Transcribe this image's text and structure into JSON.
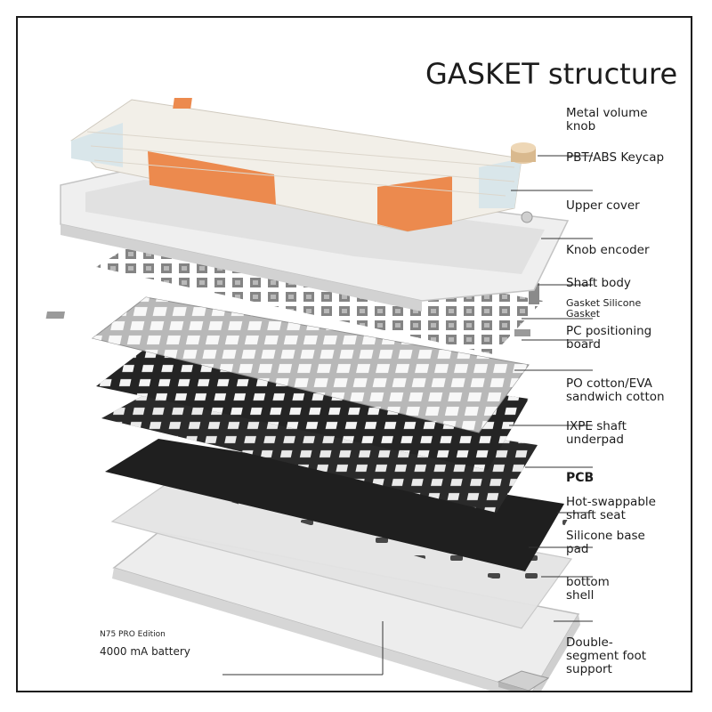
{
  "diagram": {
    "title": "GASKET structure",
    "labels": [
      {
        "id": "metal-volume-knob",
        "text": "Metal volume\nknob"
      },
      {
        "id": "keycap",
        "text": "PBT/ABS Keycap"
      },
      {
        "id": "upper-cover",
        "text": "Upper cover"
      },
      {
        "id": "knob-encoder",
        "text": "Knob encoder"
      },
      {
        "id": "shaft-body",
        "text": "Shaft body"
      },
      {
        "id": "gasket-silicone",
        "text": "Gasket Silicone\nGasket"
      },
      {
        "id": "pc-positioning-board",
        "text": "PC positioning\nboard"
      },
      {
        "id": "po-cotton",
        "text": "PO cotton/EVA\nsandwich cotton"
      },
      {
        "id": "ixpe-underpad",
        "text": "IXPE shaft\nunderpad"
      },
      {
        "id": "pcb",
        "text": "PCB"
      },
      {
        "id": "hot-swappable",
        "text": "Hot-swappable\nshaft seat"
      },
      {
        "id": "silicone-base-pad",
        "text": "Silicone base\npad"
      },
      {
        "id": "bottom-shell",
        "text": "bottom\nshell"
      },
      {
        "id": "foot-support",
        "text": "Double-\nsegment foot\nsupport"
      }
    ],
    "battery": {
      "edition": "N75 PRO Edition",
      "capacity": "4000 mA battery"
    }
  },
  "colors": {
    "keycap_white": "#f2efe8",
    "keycap_blue": "#d9e6ea",
    "keycap_orange": "#ec8a4e",
    "plate_gray": "#b9b9b9",
    "foam_black": "#1f1f1f",
    "shell_white": "#ececec",
    "line": "#333333"
  }
}
